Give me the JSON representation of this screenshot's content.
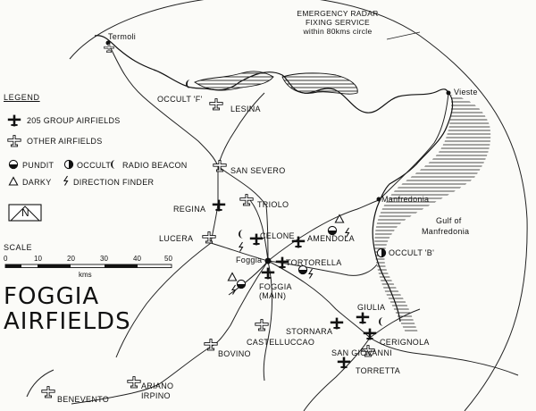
{
  "title": [
    "FOGGIA",
    "AIRFIELDS"
  ],
  "radar_note": [
    "EMERGENCY RADAR",
    "FIXING SERVICE",
    "within 80kms circle"
  ],
  "legend": {
    "title": "LEGEND",
    "items": {
      "group205": "205 GROUP AIRFIELDS",
      "other": "OTHER AIRFIELDS",
      "pundit": "PUNDIT",
      "occult": "OCCULT",
      "radio_beacon": "RADIO BEACON",
      "darky": "DARKY",
      "direction_finder": "DIRECTION FINDER"
    },
    "north_letter": "N"
  },
  "scale": {
    "label": "SCALE",
    "ticks": [
      "0",
      "10",
      "20",
      "30",
      "40",
      "50"
    ],
    "unit": "kms"
  },
  "places": {
    "termoli": "Termoli",
    "vieste": "Vieste",
    "manfredonia": "Manfredonia",
    "gulf": [
      "Gulf of",
      "Manfredonia"
    ],
    "foggia": "Foggia"
  },
  "beacons": {
    "occult_f": "OCCULT 'F'",
    "occult_b": "OCCULT 'B'"
  },
  "airfields": {
    "lesina": "LESINA",
    "san_severo": "SAN SEVERO",
    "triolo": "TRIOLO",
    "regina": "REGINA",
    "lucera": "LUCERA",
    "celone": "CELONE",
    "amendola": "AMENDOLA",
    "tortorella": "TORTORELLA",
    "foggia_main": [
      "FOGGIA",
      "(MAIN)"
    ],
    "giulia": "GIULIA",
    "stornara": "STORNARA",
    "castelluccao": "CASTELLUCCAO",
    "cerignola": "CERIGNOLA",
    "san_giovanni": "SAN GIOVANNI",
    "torretta": "TORRETTA",
    "bovino": "BOVINO",
    "ariano_irpino": [
      "ARIANO",
      "IRPINO"
    ],
    "benevento": "BENEVENTO"
  }
}
